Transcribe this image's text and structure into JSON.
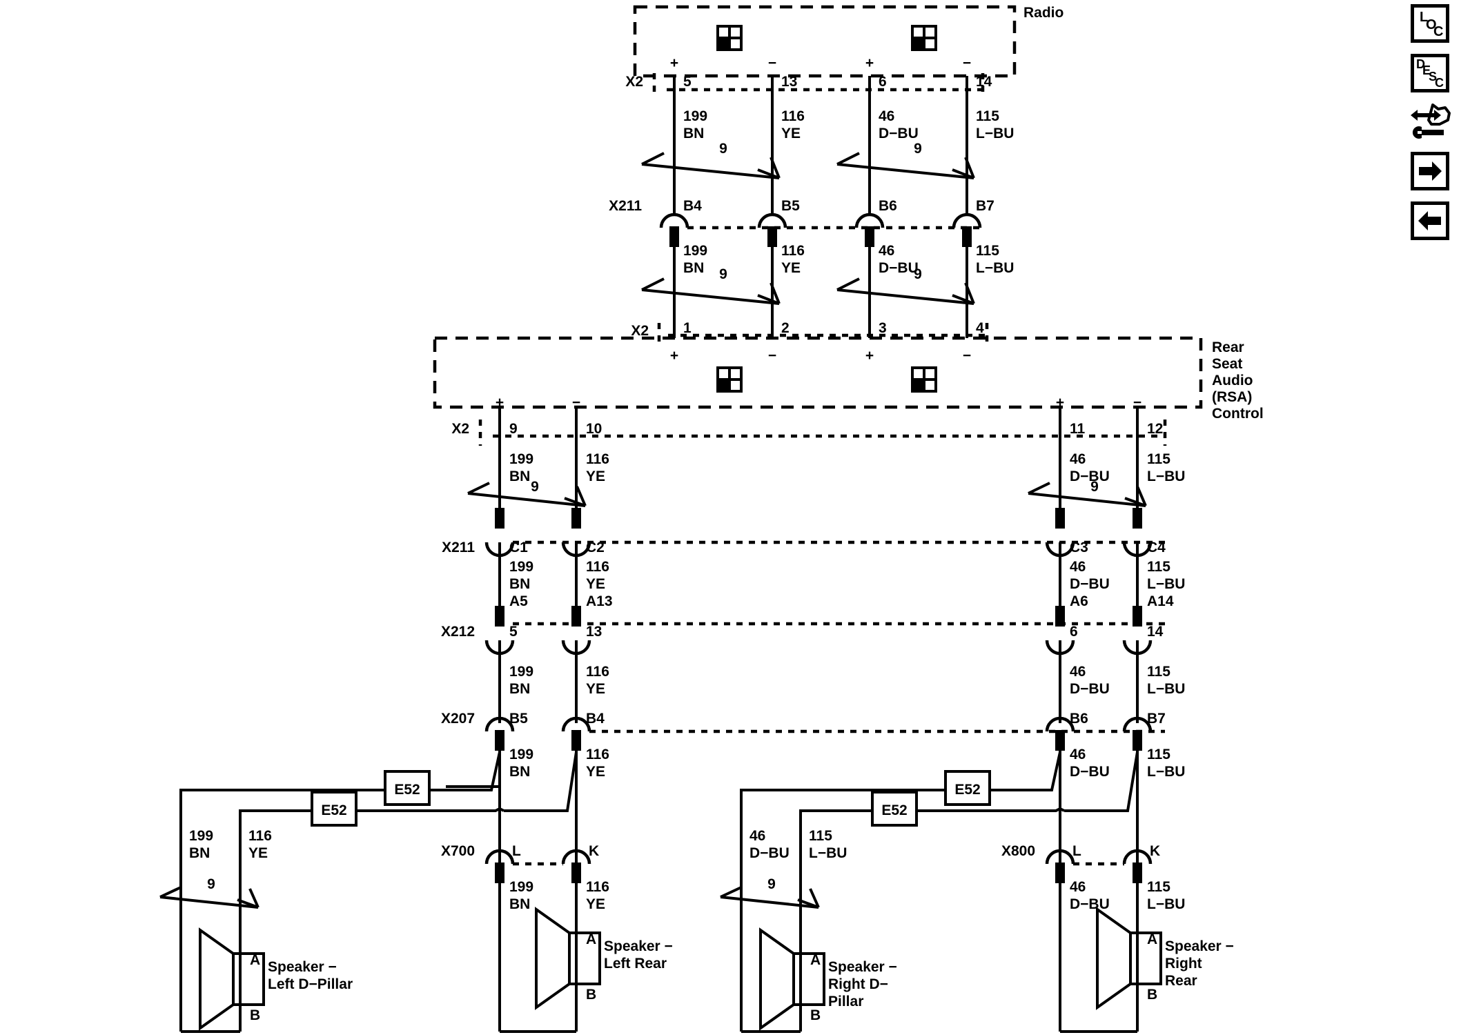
{
  "diagram": {
    "title_radio": "Radio",
    "title_rsa": "Rear\nSeat\nAudio\n(RSA)\nControl",
    "rsa_lines": [
      "Rear",
      "Seat",
      "Audio",
      "(RSA)",
      "Control"
    ],
    "connector_icon": "four-pane-grid-icon"
  },
  "radio_block": {
    "label": "Radio",
    "connector_tag": "X2",
    "pins": [
      {
        "number": "5",
        "polarity": "+",
        "circuit": "199",
        "color": "BN"
      },
      {
        "number": "13",
        "polarity": "−",
        "circuit": "116",
        "color": "YE"
      },
      {
        "number": "6",
        "polarity": "+",
        "circuit": "46",
        "color": "D−BU"
      },
      {
        "number": "14",
        "polarity": "−",
        "circuit": "115",
        "color": "L−BU"
      }
    ],
    "gauge": "9"
  },
  "x211_upper": {
    "label": "X211",
    "pins": [
      "B4",
      "B5",
      "B6",
      "B7"
    ],
    "wires_below": [
      {
        "circuit": "199",
        "color": "BN"
      },
      {
        "circuit": "116",
        "color": "YE"
      },
      {
        "circuit": "46",
        "color": "D−BU"
      },
      {
        "circuit": "115",
        "color": "L−BU"
      }
    ],
    "gauge": "9"
  },
  "rsa_block": {
    "label_lines": [
      "Rear",
      "Seat",
      "Audio",
      "(RSA)",
      "Control"
    ],
    "connector_tag_top": "X2",
    "top_pins": [
      {
        "number": "1",
        "polarity": "+"
      },
      {
        "number": "2",
        "polarity": "−"
      },
      {
        "number": "3",
        "polarity": "+"
      },
      {
        "number": "4",
        "polarity": "−"
      }
    ],
    "connector_tag_bottom": "X2",
    "bottom_pins": [
      {
        "number": "9",
        "polarity": "+",
        "circuit": "199",
        "color": "BN"
      },
      {
        "number": "10",
        "polarity": "−",
        "circuit": "116",
        "color": "YE"
      },
      {
        "number": "11",
        "polarity": "+",
        "circuit": "46",
        "color": "D−BU"
      },
      {
        "number": "12",
        "polarity": "−",
        "circuit": "115",
        "color": "L−BU"
      }
    ],
    "gauge": "9"
  },
  "x211_lower": {
    "label": "X211",
    "pins": [
      "C1",
      "C2",
      "C3",
      "C4"
    ],
    "wires": [
      {
        "circuit": "199",
        "color": "BN"
      },
      {
        "circuit": "116",
        "color": "YE"
      },
      {
        "circuit": "46",
        "color": "D−BU"
      },
      {
        "circuit": "115",
        "color": "L−BU"
      }
    ],
    "pins_below": [
      "A5",
      "A13",
      "A6",
      "A14"
    ]
  },
  "x212": {
    "label": "X212",
    "pins": [
      "5",
      "13",
      "6",
      "14"
    ],
    "wires": [
      {
        "circuit": "199",
        "color": "BN"
      },
      {
        "circuit": "116",
        "color": "YE"
      },
      {
        "circuit": "46",
        "color": "D−BU"
      },
      {
        "circuit": "115",
        "color": "L−BU"
      }
    ]
  },
  "x207": {
    "label": "X207",
    "pins": [
      "B5",
      "B4",
      "B6",
      "B7"
    ],
    "wires": [
      {
        "circuit": "199",
        "color": "BN"
      },
      {
        "circuit": "116",
        "color": "YE"
      },
      {
        "circuit": "46",
        "color": "D−BU"
      },
      {
        "circuit": "115",
        "color": "L−BU"
      }
    ]
  },
  "splices": [
    {
      "label": "E52",
      "id": "e52-left-upper"
    },
    {
      "label": "E52",
      "id": "e52-left-lower"
    },
    {
      "label": "E52",
      "id": "e52-right-upper"
    },
    {
      "label": "E52",
      "id": "e52-right-lower"
    }
  ],
  "x700": {
    "label": "X700",
    "pins": [
      "L",
      "K"
    ],
    "wires_above": [
      {
        "circuit": "199",
        "color": "BN"
      },
      {
        "circuit": "116",
        "color": "YE"
      }
    ],
    "wires_below": [
      {
        "circuit": "199",
        "color": "BN"
      },
      {
        "circuit": "116",
        "color": "YE"
      }
    ]
  },
  "x800": {
    "label": "X800",
    "pins": [
      "L",
      "K"
    ],
    "wires_above": [
      {
        "circuit": "46",
        "color": "D−BU"
      },
      {
        "circuit": "115",
        "color": "L−BU"
      }
    ],
    "wires_below": [
      {
        "circuit": "46",
        "color": "D−BU"
      },
      {
        "circuit": "115",
        "color": "L−BU"
      }
    ]
  },
  "speakers": [
    {
      "name_lines": [
        "Speaker −",
        "Left D−Pillar"
      ],
      "terminal_top": "A",
      "terminal_bottom": "B",
      "wire_left": {
        "circuit": "199",
        "color": "BN"
      },
      "wire_right": {
        "circuit": "116",
        "color": "YE"
      },
      "gauge": "9"
    },
    {
      "name_lines": [
        "Speaker −",
        "Left Rear"
      ],
      "terminal_top": "A",
      "terminal_bottom": "B"
    },
    {
      "name_lines": [
        "Speaker −",
        "Right D−",
        "Pillar"
      ],
      "terminal_top": "A",
      "terminal_bottom": "B",
      "wire_left": {
        "circuit": "46",
        "color": "D−BU"
      },
      "wire_right": {
        "circuit": "115",
        "color": "L−BU"
      },
      "gauge": "9"
    },
    {
      "name_lines": [
        "Speaker −",
        "Right",
        "Rear"
      ],
      "terminal_top": "A",
      "terminal_bottom": "B"
    }
  ],
  "toolbar": {
    "buttons": [
      {
        "id": "loc-button",
        "label": "LOC",
        "letters": [
          "L",
          "O",
          "C"
        ],
        "icon": "loc-text-icon"
      },
      {
        "id": "desc-button",
        "label": "DESC",
        "letters": [
          "D",
          "E",
          "S",
          "C"
        ],
        "icon": "desc-text-icon"
      },
      {
        "id": "tools-button",
        "label": "",
        "icon": "hand-arrows-wrench-icon"
      },
      {
        "id": "next-button",
        "label": "",
        "icon": "arrow-right-icon"
      },
      {
        "id": "prev-button",
        "label": "",
        "icon": "arrow-left-icon"
      }
    ]
  },
  "colors": {
    "ink": "#000000",
    "background": "#ffffff"
  }
}
